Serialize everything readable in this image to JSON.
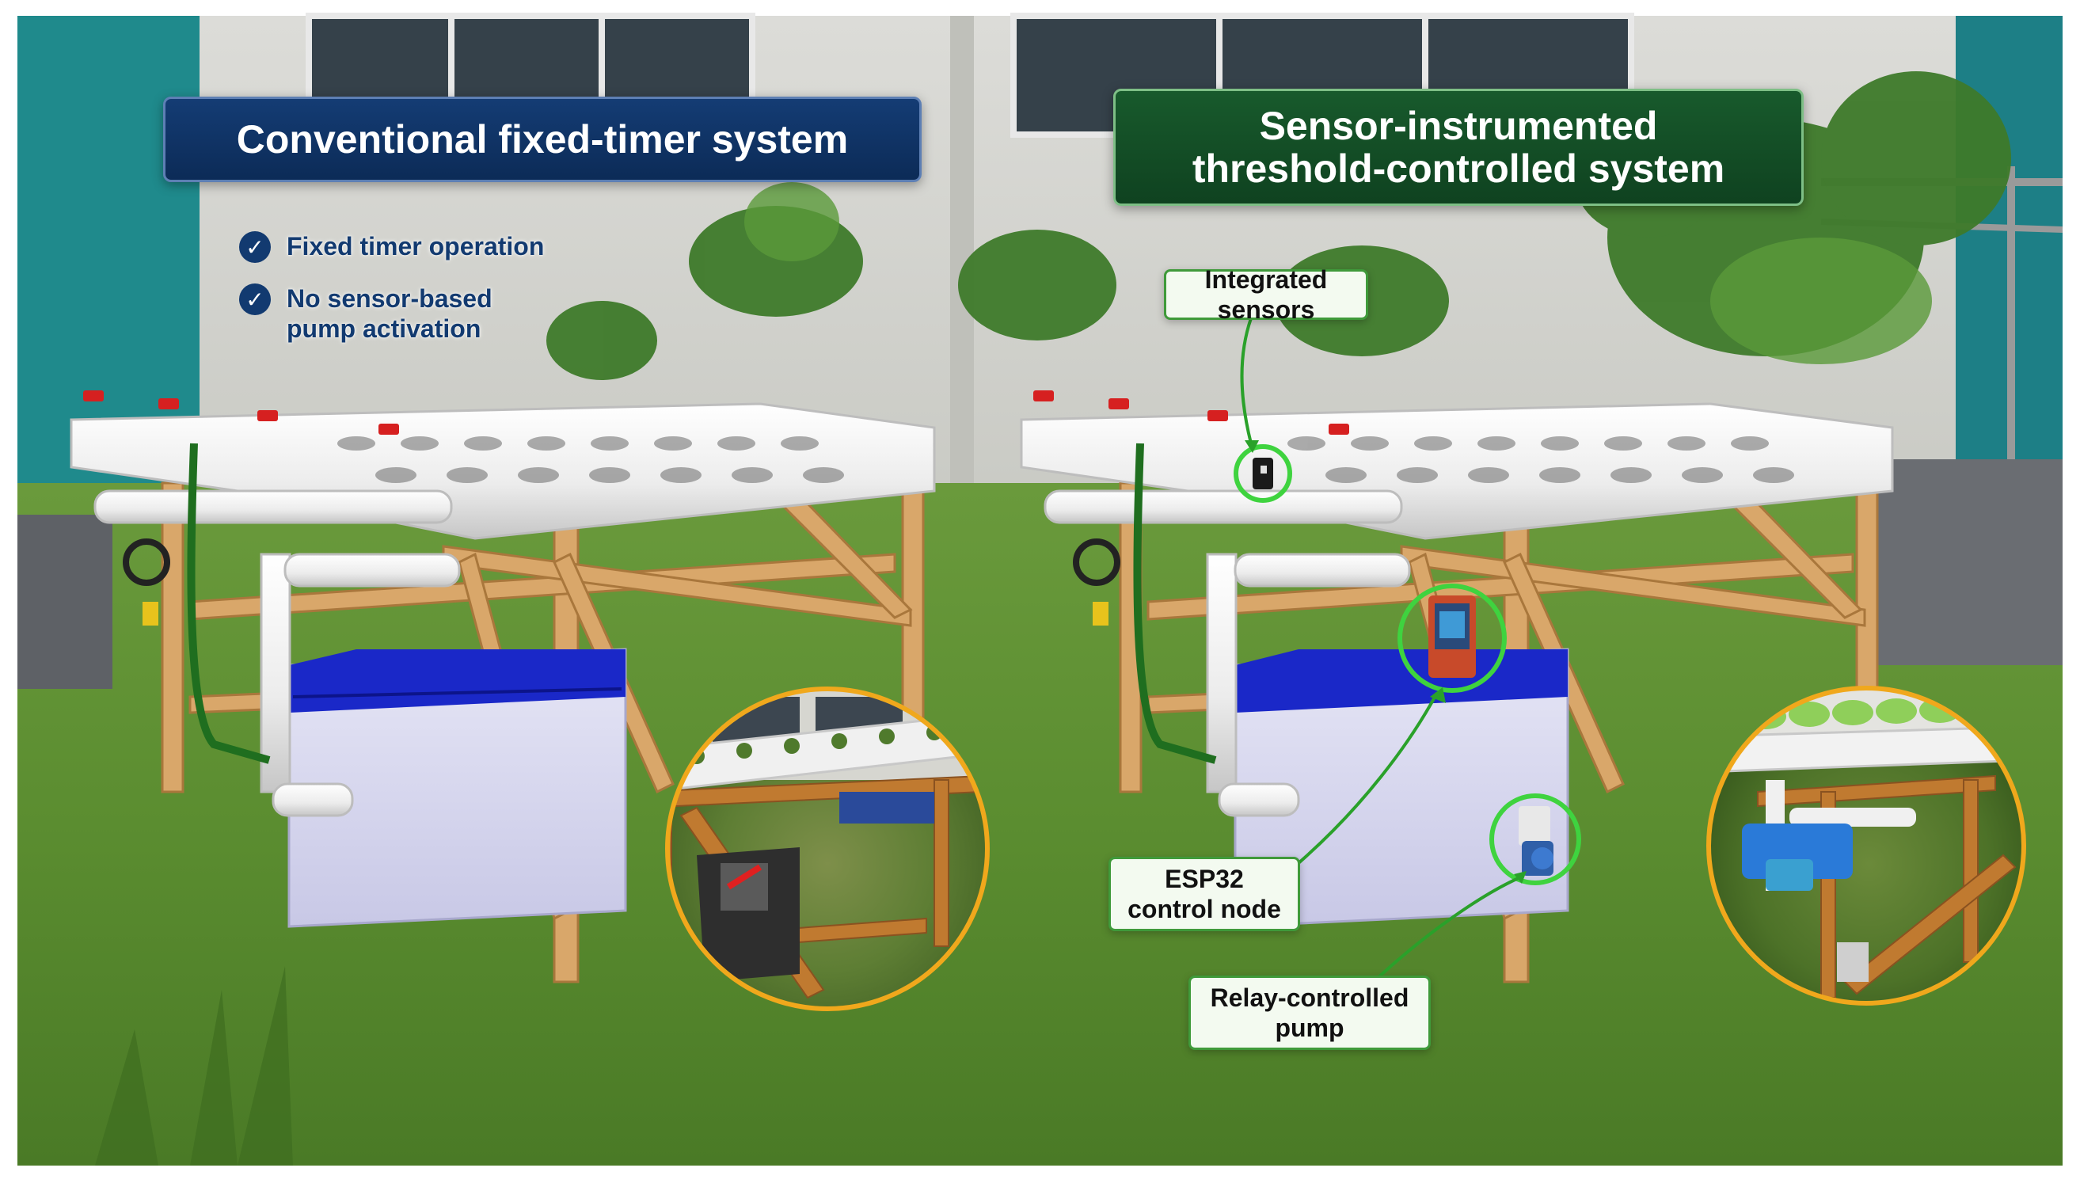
{
  "left_panel": {
    "title": "Conventional fixed-timer system",
    "features": [
      {
        "text": "Fixed timer operation",
        "icon": "check-circle-icon"
      },
      {
        "text": "No sensor-based\npump activation",
        "icon": "check-circle-icon"
      }
    ]
  },
  "right_panel": {
    "title_line1": "Sensor-instrumented",
    "title_line2": "threshold-controlled system",
    "callouts": {
      "sensors": "Integrated sensors",
      "esp32": "ESP32\ncontrol node",
      "pump": "Relay-controlled\npump"
    }
  },
  "colors": {
    "left_title_bg": "#0c2b57",
    "right_title_bg": "#0f4220",
    "callout_border": "#3f9a3a",
    "highlight_ring": "#3fd33f",
    "photo_ring": "#f0a81c",
    "check_icon": "#123a70"
  }
}
